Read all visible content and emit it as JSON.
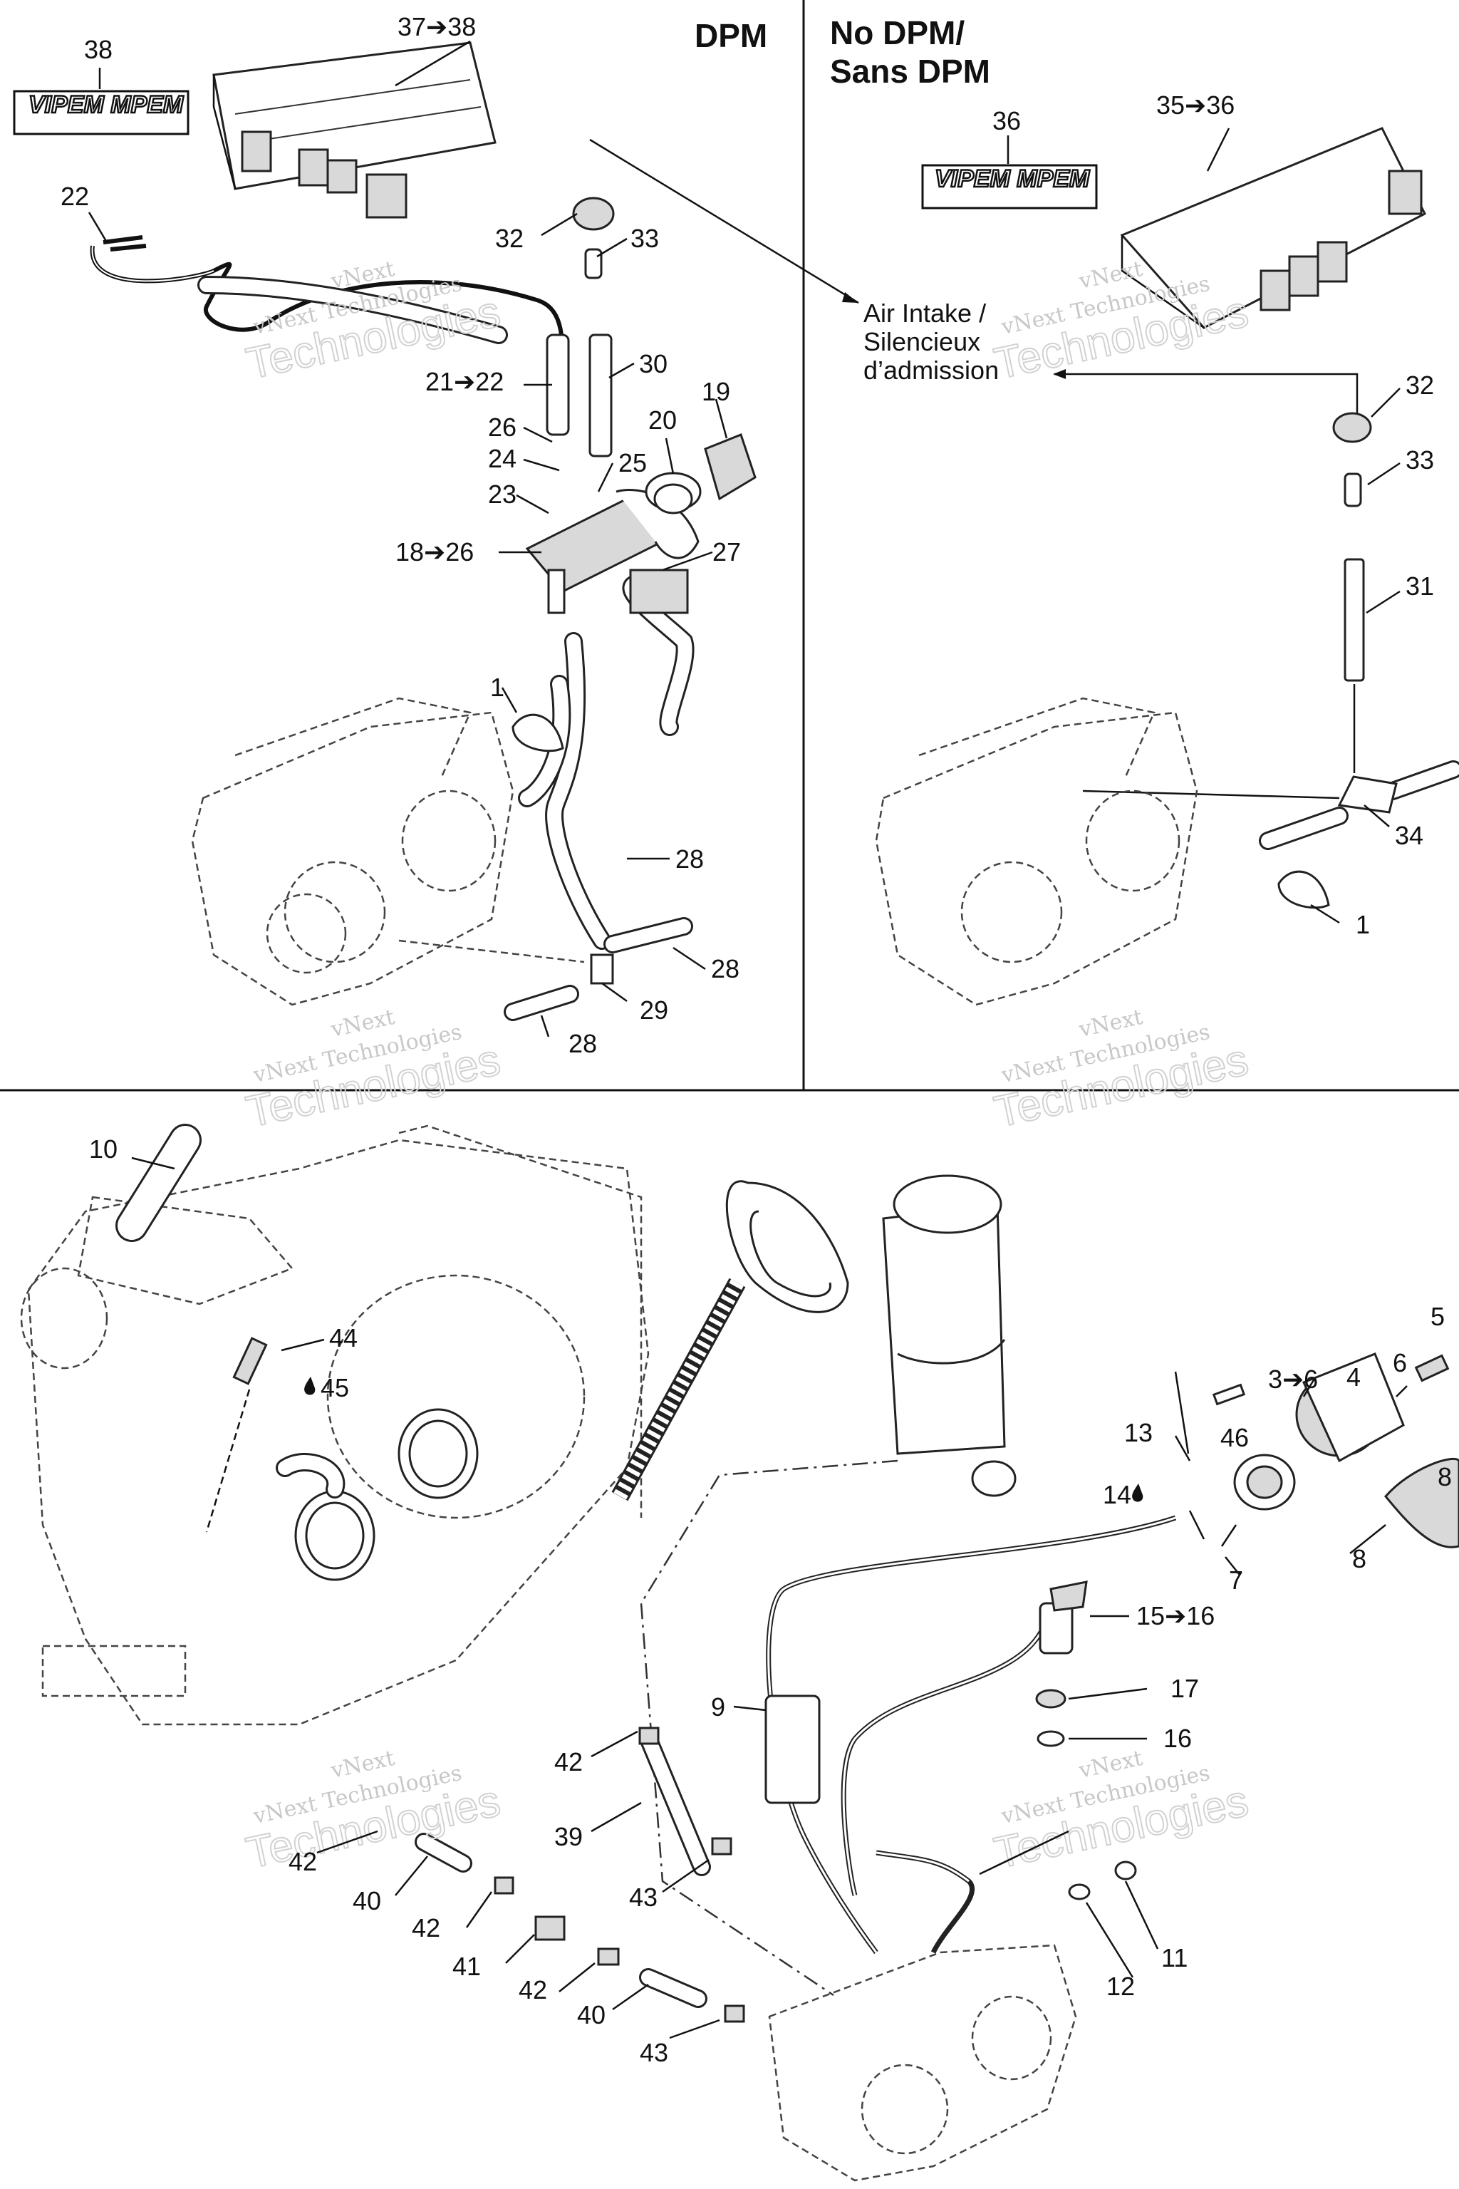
{
  "headers": {
    "dpm": "DPM",
    "no_dpm_line1": "No DPM/",
    "no_dpm_line2": "Sans DPM"
  },
  "air_intake_note": {
    "line1": "Air Intake /",
    "line2": "Silencieux",
    "line3": "d’admission"
  },
  "watermark": {
    "line1": "vNext",
    "line2": "vNext Technologies",
    "line3": "Technologies"
  },
  "logo_text": "VIPEM MPEM",
  "callouts": {
    "c38": "38",
    "c37_38": "37➔38",
    "c22": "22",
    "c32a": "32",
    "c33a": "33",
    "c21_22": "21➔22",
    "c30": "30",
    "c19": "19",
    "c20": "20",
    "c26": "26",
    "c24": "24",
    "c25": "25",
    "c23": "23",
    "c18_26": "18➔26",
    "c27": "27",
    "c1a": "1",
    "c28a": "28",
    "c28b": "28",
    "c29": "29",
    "c28c": "28",
    "c36": "36",
    "c35_36": "35➔36",
    "c32b": "32",
    "c33b": "33",
    "c31": "31",
    "c34": "34",
    "c1b": "1",
    "c10": "10",
    "c44": "44",
    "c45": "45",
    "c5": "5",
    "c3_6": "3➔6",
    "c4": "4",
    "c6": "6",
    "c13": "13",
    "c46": "46",
    "c8a": "8",
    "c14": "14",
    "c8b": "8",
    "c7": "7",
    "c15_16": "15➔16",
    "c17": "17",
    "c16": "16",
    "c9": "9",
    "c42a": "42",
    "c39": "39",
    "c42b": "42",
    "c40a": "40",
    "c43a": "43",
    "c42c": "42",
    "c41": "41",
    "c42d": "42",
    "c40b": "40",
    "c43b": "43",
    "c12": "12",
    "c11": "11"
  }
}
